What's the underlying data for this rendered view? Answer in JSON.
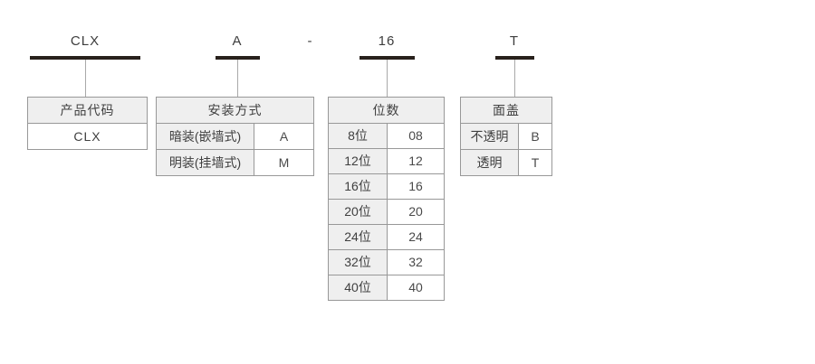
{
  "diagram": {
    "separator": "-",
    "colors": {
      "bar": "#28211c",
      "border": "#989898",
      "cell_background": "#efefef",
      "text": "#404040"
    },
    "parts": [
      {
        "code": "CLX",
        "title": "产品代码",
        "rows": [
          {
            "label": "CLX"
          }
        ]
      },
      {
        "code": "A",
        "title": "安装方式",
        "rows": [
          {
            "label": "暗装(嵌墙式)",
            "value": "A"
          },
          {
            "label": "明装(挂墙式)",
            "value": "M"
          }
        ]
      },
      {
        "code": "16",
        "title": "位数",
        "rows": [
          {
            "label": "8位",
            "value": "08"
          },
          {
            "label": "12位",
            "value": "12"
          },
          {
            "label": "16位",
            "value": "16"
          },
          {
            "label": "20位",
            "value": "20"
          },
          {
            "label": "24位",
            "value": "24"
          },
          {
            "label": "32位",
            "value": "32"
          },
          {
            "label": "40位",
            "value": "40"
          }
        ]
      },
      {
        "code": "T",
        "title": "面盖",
        "rows": [
          {
            "label": "不透明",
            "value": "B"
          },
          {
            "label": "透明",
            "value": "T"
          }
        ]
      }
    ]
  }
}
